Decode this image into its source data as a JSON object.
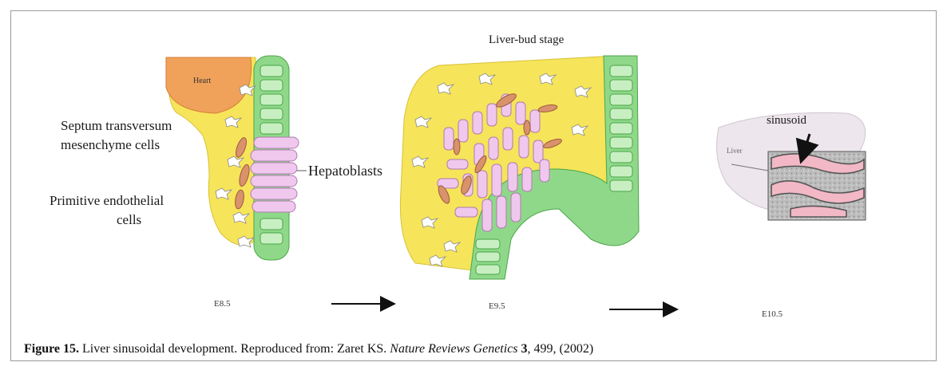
{
  "stages": [
    {
      "time_label": "E8.5",
      "heart_label": "Heart",
      "labels": {
        "septum_line1": "Septum transversum",
        "septum_line2": "mesenchyme cells",
        "endothelial_line1": "Primitive endothelial",
        "endothelial_line2": "cells",
        "hepatoblasts": "Hepatoblasts"
      }
    },
    {
      "time_label": "E9.5",
      "title": "Liver-bud stage"
    },
    {
      "time_label": "E10.5",
      "liver_label": "Liver",
      "sinusoid_label": "sinusoid"
    }
  ],
  "caption": {
    "figure_label": "Figure 15.",
    "text": "Liver sinusoidal development. Reproduced from:  Zaret KS.",
    "journal": "Nature Reviews Genetics",
    "volume": "3",
    "pages_year": ", 499, (2002)"
  },
  "colors": {
    "mesenchyme": "#f6e45a",
    "epithelium": "#8fd88a",
    "hepatoblast": "#f0c8ee",
    "endothelial": "#d9926c",
    "heart": "#f0a25a",
    "sinusoid": "#f2b8c6",
    "liver_outline": "#d8d2d8"
  }
}
